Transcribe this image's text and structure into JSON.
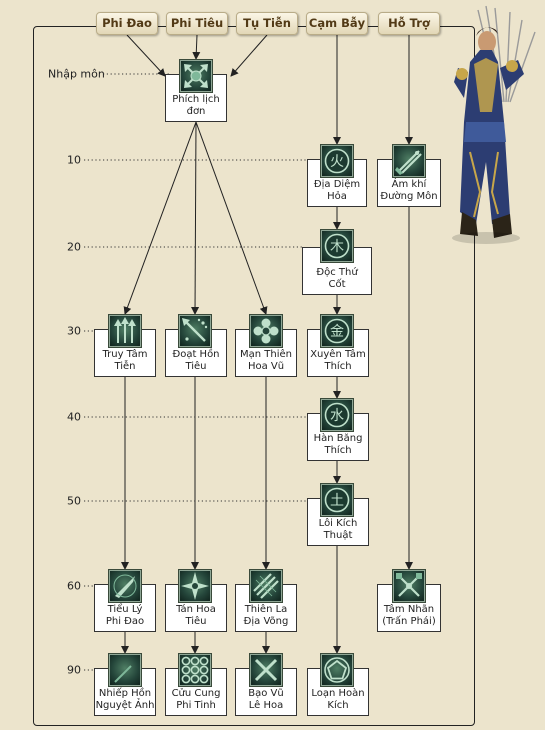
{
  "tabs": [
    {
      "key": "phi-dao",
      "label": "Phi Đao"
    },
    {
      "key": "phi-tieu",
      "label": "Phi Tiêu"
    },
    {
      "key": "tu-tien",
      "label": "Tụ Tiễn"
    },
    {
      "key": "cam-bay",
      "label": "Cạm Bẫy"
    },
    {
      "key": "ho-tro",
      "label": "Hỗ Trợ"
    }
  ],
  "levels": [
    {
      "key": "nhap-mon",
      "label": "Nhập môn"
    },
    {
      "key": "10",
      "label": "10"
    },
    {
      "key": "20",
      "label": "20"
    },
    {
      "key": "30",
      "label": "30"
    },
    {
      "key": "40",
      "label": "40"
    },
    {
      "key": "50",
      "label": "50"
    },
    {
      "key": "60",
      "label": "60"
    },
    {
      "key": "90",
      "label": "90"
    }
  ],
  "skills": [
    {
      "id": "phich-lich-don",
      "name": "Phích lịch\nđơn",
      "icon": "cross-arrows-icon"
    },
    {
      "id": "dia-diem-hoa",
      "name": "Địa Diệm\nHỏa",
      "icon": "fire-rune-icon",
      "glyph": "火"
    },
    {
      "id": "am-khi-duong-mon",
      "name": "Ám khí\nĐường Môn",
      "icon": "crossed-blades-icon"
    },
    {
      "id": "doc-thu-cot",
      "name": "Độc Thứ\nCốt",
      "icon": "wood-rune-icon",
      "glyph": "木"
    },
    {
      "id": "truy-tam-tien",
      "name": "Truy Tâm\nTiễn",
      "icon": "triple-arrow-icon"
    },
    {
      "id": "doat-hon-tieu",
      "name": "Đoạt Hồn\nTiêu",
      "icon": "diagonal-dart-icon"
    },
    {
      "id": "man-thien-hoa-vu",
      "name": "Mạn Thiên\nHoa Vũ",
      "icon": "flower-icon"
    },
    {
      "id": "xuyen-tam-thich",
      "name": "Xuyên Tâm\nThích",
      "icon": "metal-rune-icon",
      "glyph": "金"
    },
    {
      "id": "han-bang-thich",
      "name": "Hàn Băng\nThích",
      "icon": "water-rune-icon",
      "glyph": "水"
    },
    {
      "id": "loi-kich-thuat",
      "name": "Lôi Kích\nThuật",
      "icon": "earth-rune-icon",
      "glyph": "土"
    },
    {
      "id": "tieu-ly-phi-dao",
      "name": "Tiểu Lý\nPhi Đao",
      "icon": "flying-knife-icon"
    },
    {
      "id": "tan-hoa-tieu",
      "name": "Tán Hoa\nTiêu",
      "icon": "shuriken-icon"
    },
    {
      "id": "thien-la-dia-vong",
      "name": "Thiên La\nĐịa Võng",
      "icon": "net-blades-icon"
    },
    {
      "id": "tam-nhan-tran-phai",
      "name": "Tâm Nhãn\n(Trấn Phái)",
      "icon": "crossed-swords-icon"
    },
    {
      "id": "nhiep-hon-nguyet-anh",
      "name": "Nhiếp Hồn\nNguyệt Ảnh",
      "icon": "moon-blade-icon"
    },
    {
      "id": "cuu-cung-phi-tinh",
      "name": "Cửu Cung\nPhi Tinh",
      "icon": "nine-rings-icon"
    },
    {
      "id": "bao-vu-le-hoa",
      "name": "Bạo Vũ\nLê Hoa",
      "icon": "x-blades-icon"
    },
    {
      "id": "loan-hoan-kich",
      "name": "Loạn Hoàn\nKích",
      "icon": "pentagon-ring-icon"
    }
  ],
  "links": [
    [
      "tab:phi-dao",
      "phich-lich-don"
    ],
    [
      "tab:phi-tieu",
      "phich-lich-don"
    ],
    [
      "tab:tu-tien",
      "phich-lich-don"
    ],
    [
      "tab:cam-bay",
      "dia-diem-hoa"
    ],
    [
      "tab:ho-tro",
      "am-khi-duong-mon"
    ],
    [
      "phich-lich-don",
      "truy-tam-tien"
    ],
    [
      "phich-lich-don",
      "doat-hon-tieu"
    ],
    [
      "phich-lich-don",
      "man-thien-hoa-vu"
    ],
    [
      "dia-diem-hoa",
      "doc-thu-cot"
    ],
    [
      "doc-thu-cot",
      "xuyen-tam-thich"
    ],
    [
      "xuyen-tam-thich",
      "han-bang-thich"
    ],
    [
      "han-bang-thich",
      "loi-kich-thuat"
    ],
    [
      "truy-tam-tien",
      "tieu-ly-phi-dao"
    ],
    [
      "doat-hon-tieu",
      "tan-hoa-tieu"
    ],
    [
      "man-thien-hoa-vu",
      "thien-la-dia-vong"
    ],
    [
      "am-khi-duong-mon",
      "tam-nhan-tran-phai"
    ],
    [
      "tieu-ly-phi-dao",
      "nhiep-hon-nguyet-anh"
    ],
    [
      "tan-hoa-tieu",
      "cuu-cung-phi-tinh"
    ],
    [
      "thien-la-dia-vong",
      "bao-vu-le-hoa"
    ],
    [
      "loi-kich-thuat",
      "loan-hoan-kich"
    ]
  ],
  "colors": {
    "background": "#ece4cc",
    "tab_text": "#523a16",
    "icon_dark": "#24453a",
    "icon_glow": "#bfe0cb"
  },
  "portrait": {
    "icon": "warrior-portrait-icon"
  }
}
